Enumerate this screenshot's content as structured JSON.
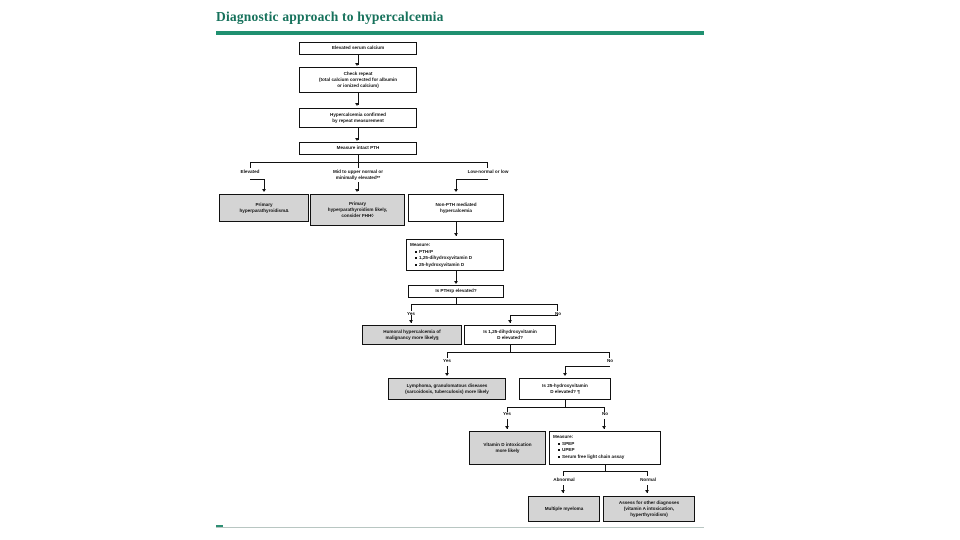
{
  "header": {
    "title": "Diagnostic approach to hypercalcemia",
    "accent_color": "#17725c",
    "rule_color": "#1f9070"
  },
  "chart_data": {
    "type": "diagram",
    "title": "Diagnostic approach to hypercalcemia",
    "nodes": {
      "n1": {
        "lines": [
          "Elevated serum calcium"
        ],
        "style": "white"
      },
      "n2": {
        "lines": [
          "Check repeat",
          "(total calcium corrected for albumin",
          "or ionized calcium)"
        ],
        "style": "white"
      },
      "n3": {
        "lines": [
          "Hypercalcemia confirmed",
          "by repeat measurement"
        ],
        "style": "white"
      },
      "n4": {
        "lines": [
          "Measure intact PTH"
        ],
        "style": "white"
      },
      "n5": {
        "lines": [
          "Primary",
          "hyperparathyroidismΔ"
        ],
        "style": "shaded"
      },
      "n6": {
        "lines": [
          "Primary",
          "hyperparathyroidism likely,",
          "consider FHH◊"
        ],
        "style": "shaded"
      },
      "n7": {
        "lines": [
          "Non-PTH mediated",
          "hypercalcemia"
        ],
        "style": "white"
      },
      "n8": {
        "heading": "Measure:",
        "bullets": [
          "PTHrP",
          "1,25-dihydroxyvitamin D",
          "25-hydroxyvitamin D"
        ],
        "style": "white"
      },
      "n9": {
        "lines": [
          "Is PTHrp elevated?"
        ],
        "style": "white"
      },
      "n10": {
        "lines": [
          "Humoral hypercalcemia of",
          "malignancy more likely§"
        ],
        "style": "shaded"
      },
      "n11": {
        "lines": [
          "Is 1,25-dihydroxyvitamin",
          "D elevated?"
        ],
        "style": "white"
      },
      "n12": {
        "lines": [
          "Lymphoma, granulomatous diseases",
          "(sarcoidosis, tuberculosis) more likely"
        ],
        "style": "shaded"
      },
      "n13": {
        "lines": [
          "Is 25-hydroxyvitamin",
          "D elevated? ¶"
        ],
        "style": "white"
      },
      "n14": {
        "lines": [
          "Vitamin D intoxication",
          "more likely"
        ],
        "style": "shaded"
      },
      "n15": {
        "heading": "Measure:",
        "bullets": [
          "SPEP",
          "UPEP",
          "Serum free light chain assay"
        ],
        "style": "white"
      },
      "n16": {
        "lines": [
          "Multiple myeloma"
        ],
        "style": "shaded"
      },
      "n17": {
        "lines": [
          "Assess for other diagnoses",
          "(vitamin A intoxication,",
          "hyperthyroidism)"
        ],
        "style": "shaded"
      }
    },
    "edge_labels": {
      "pth_elevated": "Elevated",
      "pth_mid": "Mid to upper normal or",
      "pth_mid2": "minimally elevated**",
      "pth_low": "Low-normal or low",
      "pthrp_yes": "Yes",
      "pthrp_no": "No",
      "vitd125_yes": "Yes",
      "vitd125_no": "No",
      "vitd25_yes": "Yes",
      "vitd25_no": "No",
      "spep_abnormal": "Abnormal",
      "spep_normal": "Normal"
    }
  }
}
